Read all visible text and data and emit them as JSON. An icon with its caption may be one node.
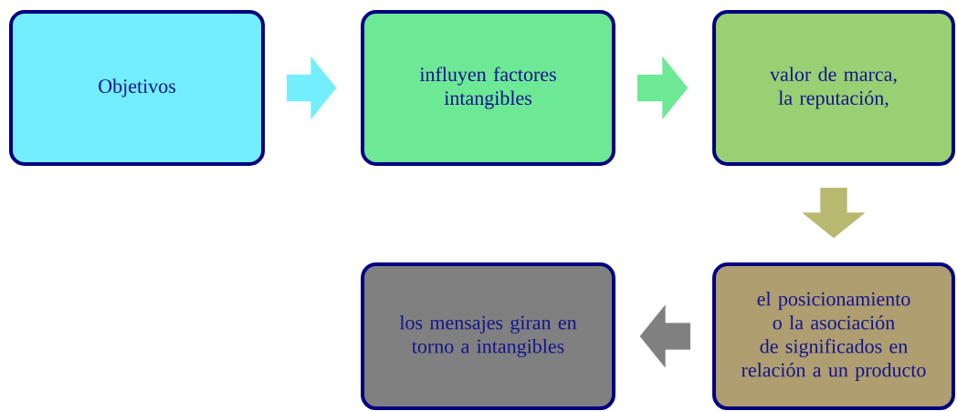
{
  "diagram": {
    "nodes": [
      {
        "text": [
          "Objetivos"
        ]
      },
      {
        "text": [
          "influyen factores intangibles"
        ]
      },
      {
        "text": [
          "valor de marca, la reputación,"
        ]
      },
      {
        "text": [
          "el posicionamiento o la asociación de significados en relación a un producto"
        ]
      },
      {
        "text": [
          "los mensajes giran en torno a intangibles"
        ]
      }
    ],
    "edges": [
      {
        "from": 0,
        "to": 1,
        "arrow": "to",
        "color": "#73eefe"
      },
      {
        "from": 1,
        "to": 2,
        "arrow": "to",
        "color": "#6de895"
      },
      {
        "from": 2,
        "to": 3,
        "arrow": "to",
        "color": "#b8b870"
      },
      {
        "from": 3,
        "to": 4,
        "arrow": "to",
        "color": "#808080"
      }
    ]
  }
}
